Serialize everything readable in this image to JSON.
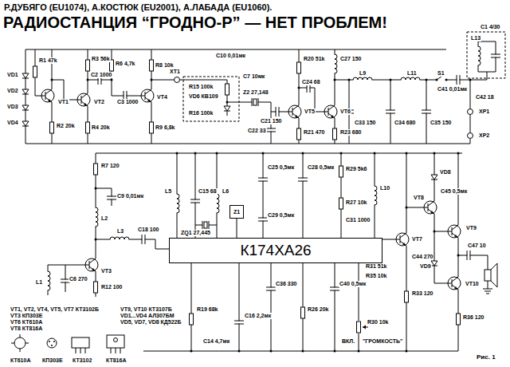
{
  "diagram": {
    "title": "РАДИОСТАНЦИЯ “ГРОДНО-Р” — НЕТ ПРОБЛЕМ!",
    "caption": "Рис. 1",
    "nodes": [
      {
        "text": [
          "Z1"
        ]
      },
      {
        "text": [
          "К174ХА26"
        ]
      }
    ],
    "edges": [
      {
        "from": 0,
        "to": 1,
        "arrow": "none"
      }
    ],
    "labels": [
      "Р.ДУБЯГО (EU1074), А.КОСТЮК (EU2001), А.ЛАБАДА (EU1060).",
      "R1 47k",
      "R3 56k",
      "VD1",
      "VD2",
      "VD3",
      "VD4",
      "VT1",
      "R2 20k",
      "VT2",
      "R6 4,7k",
      "C2 1000",
      "C3 1000",
      "R4 20k",
      "R8 10k",
      "VT4",
      "R9 6,8k",
      "XT1",
      "C10 0,01мк",
      "R15 100k",
      "VD6 КВ109",
      "R16 100k",
      "C7 10мк",
      "Z2 27,148",
      "R20 51k",
      "C21 150",
      "C22 33",
      "VT5",
      "R21 470",
      "C27 150",
      "C24 68",
      "VT6",
      "R23 680",
      "L9",
      "L11",
      "S1",
      "C33 150",
      "C34 680",
      "C35 150",
      "C41 0,01мк",
      "C42 18",
      "XP1",
      "XP2",
      "L13",
      "C1 4/30",
      "R7 120",
      "C9 0,01мк",
      "L2",
      "L1",
      "C6 270",
      "VT3",
      "R12 100",
      "L3",
      "C18 100",
      "L5",
      "C15 68",
      "L6",
      "ZQ1 27,445",
      "C25 0,5мк",
      "C28 0,5мк",
      "R29 5k6",
      "L10",
      "R27 10k",
      "C31 1000",
      "C29 0,5мк",
      "VD8",
      "C45 0,5мк",
      "VT8",
      "VT7",
      "R31 51k",
      "C44 270",
      "R35 10k",
      "VD9",
      "VT9",
      "C47 10",
      "VT10",
      "R36 120",
      "R33 120",
      "C40 0,5мк",
      "C36 330",
      "R26 20k",
      "R19 68k",
      "C16 2,2мк",
      "C14 4,7мк",
      "R30 10k",
      "ВКЛ.",
      "\"ГРОМКОСТЬ\"",
      "VT1, VT2, VT4, VT5, VT7 КТ3102Б",
      "VT3 КП303Е",
      "VT6 КТ610А",
      "VT8 КТ816А",
      "VT9, VT10 КТ3107Б",
      "VD1...VD4 АЛ307БМ",
      "VD5, VD7, VD8 КД522Б",
      "КТ610А",
      "КП303Е",
      "КТ3102",
      "КТ816А"
    ]
  }
}
